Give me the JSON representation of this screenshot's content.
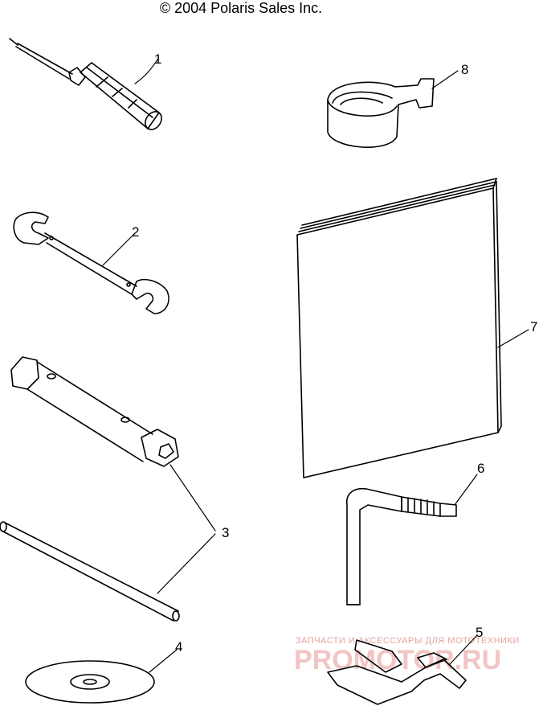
{
  "header": {
    "copyright": "© 2004 Polaris Sales Inc."
  },
  "callouts": [
    {
      "number": "1",
      "part": "screwdriver"
    },
    {
      "number": "2",
      "part": "open-end-wrench"
    },
    {
      "number": "3",
      "part": "spark-plug-socket-wrench-and-handle"
    },
    {
      "number": "4",
      "part": "cd-disc"
    },
    {
      "number": "5",
      "part": "spanner-wrench"
    },
    {
      "number": "6",
      "part": "hex-key"
    },
    {
      "number": "7",
      "part": "owners-manual"
    },
    {
      "number": "8",
      "part": "tape-roll"
    }
  ],
  "watermark": {
    "tagline": "ЗАПЧАСТИ И АКСЕССУАРЫ ДЛЯ МОТОТЕХНИКИ",
    "brand": "PROMOTOR.RU",
    "color": "#e6a3a3"
  },
  "colors": {
    "line": "#000000",
    "background": "#ffffff"
  }
}
